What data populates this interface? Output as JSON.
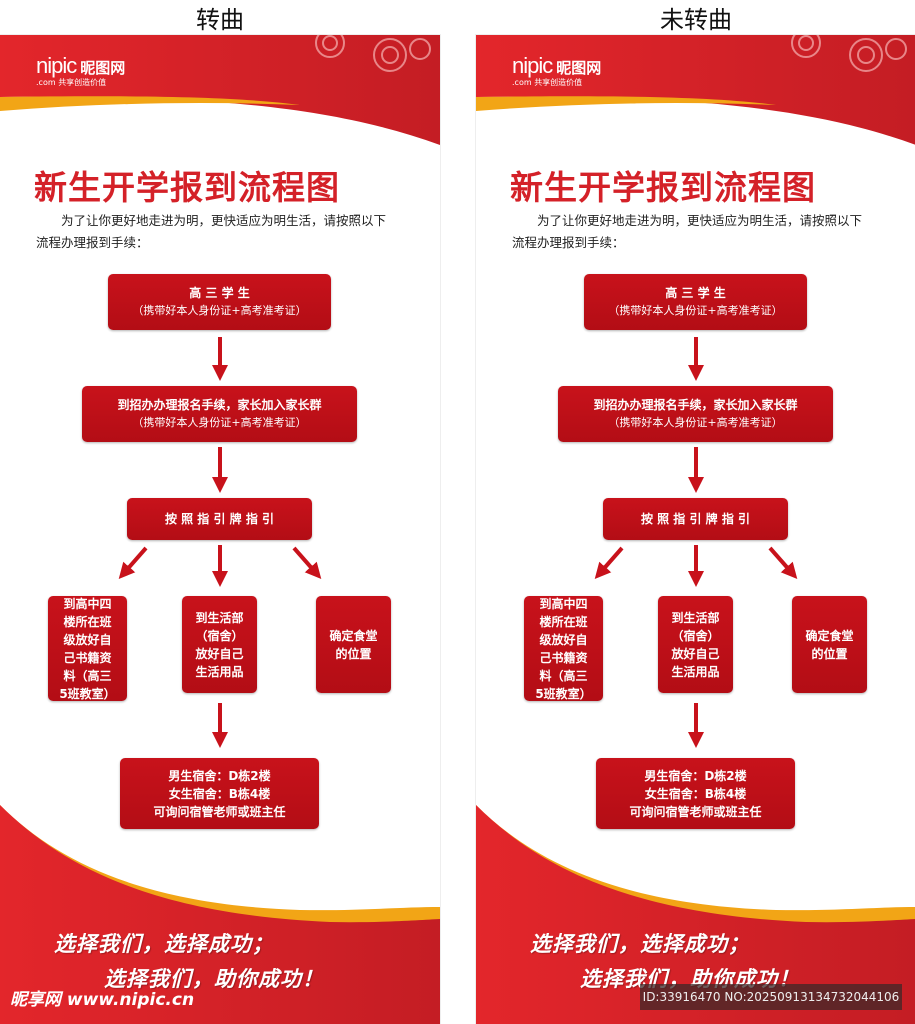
{
  "labels": {
    "left": "转曲",
    "right": "未转曲"
  },
  "poster": {
    "logo": {
      "brand": "nipic",
      "cn": "昵图网",
      "domain": ".com",
      "tagline": "共享创造价值"
    },
    "title": "新生开学报到流程图",
    "intro": "为了让你更好地走进为明，更快适应为明生活，请按照以下流程办理报到手续：",
    "steps": [
      {
        "title": "高 三 学 生",
        "note": "（携带好本人身份证+高考准考证）"
      },
      {
        "title": "到招办办理报名手续，家长加入家长群",
        "note": "（携带好本人身份证+高考准考证）"
      },
      {
        "title": "按 照 指 引 牌 指 引"
      }
    ],
    "branches": [
      "到高中四\n楼所在班\n级放好自\n己书籍资\n料（高三\n5班教室）",
      "到生活部\n（宿舍）\n放好自己\n生活用品",
      "确定食堂\n的位置"
    ],
    "dorm": "男生宿舍：D栋2楼\n女生宿舍：B栋4楼\n可询问宿管老师或班主任",
    "slogan1": "选择我们，选择成功；",
    "slogan2": "选择我们，助你成功！"
  },
  "watermark": "昵享网 www.nipic.cn",
  "id_bar": "ID:33916470 NO:20250913134732044106",
  "colors": {
    "red": "#d42128",
    "dark_red": "#b30d15",
    "orange": "#f2a516"
  }
}
